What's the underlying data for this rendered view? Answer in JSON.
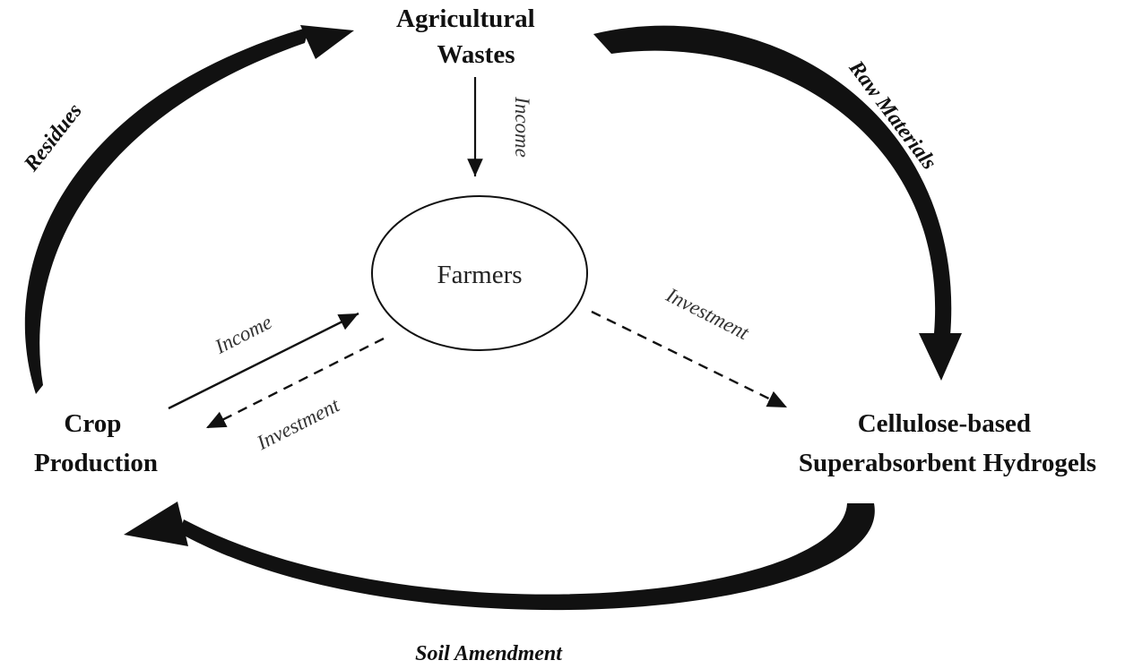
{
  "nodes": {
    "agricultural_wastes": [
      "Agricultural",
      "Wastes"
    ],
    "farmers": "Farmers",
    "crop_production": [
      "Crop",
      "Production"
    ],
    "hydrogels": [
      "Cellulose-based",
      "Superabsorbent Hydrogels"
    ]
  },
  "flows": {
    "residues": "Residues",
    "raw_materials": "Raw Materials",
    "soil_amendment": "Soil Amendment",
    "income_wastes": "Income",
    "income_crop": "Income",
    "investment_crop": "Investment",
    "investment_hydrogels": "Investment"
  },
  "colors": {
    "ink": "#111111",
    "background": "#ffffff"
  }
}
